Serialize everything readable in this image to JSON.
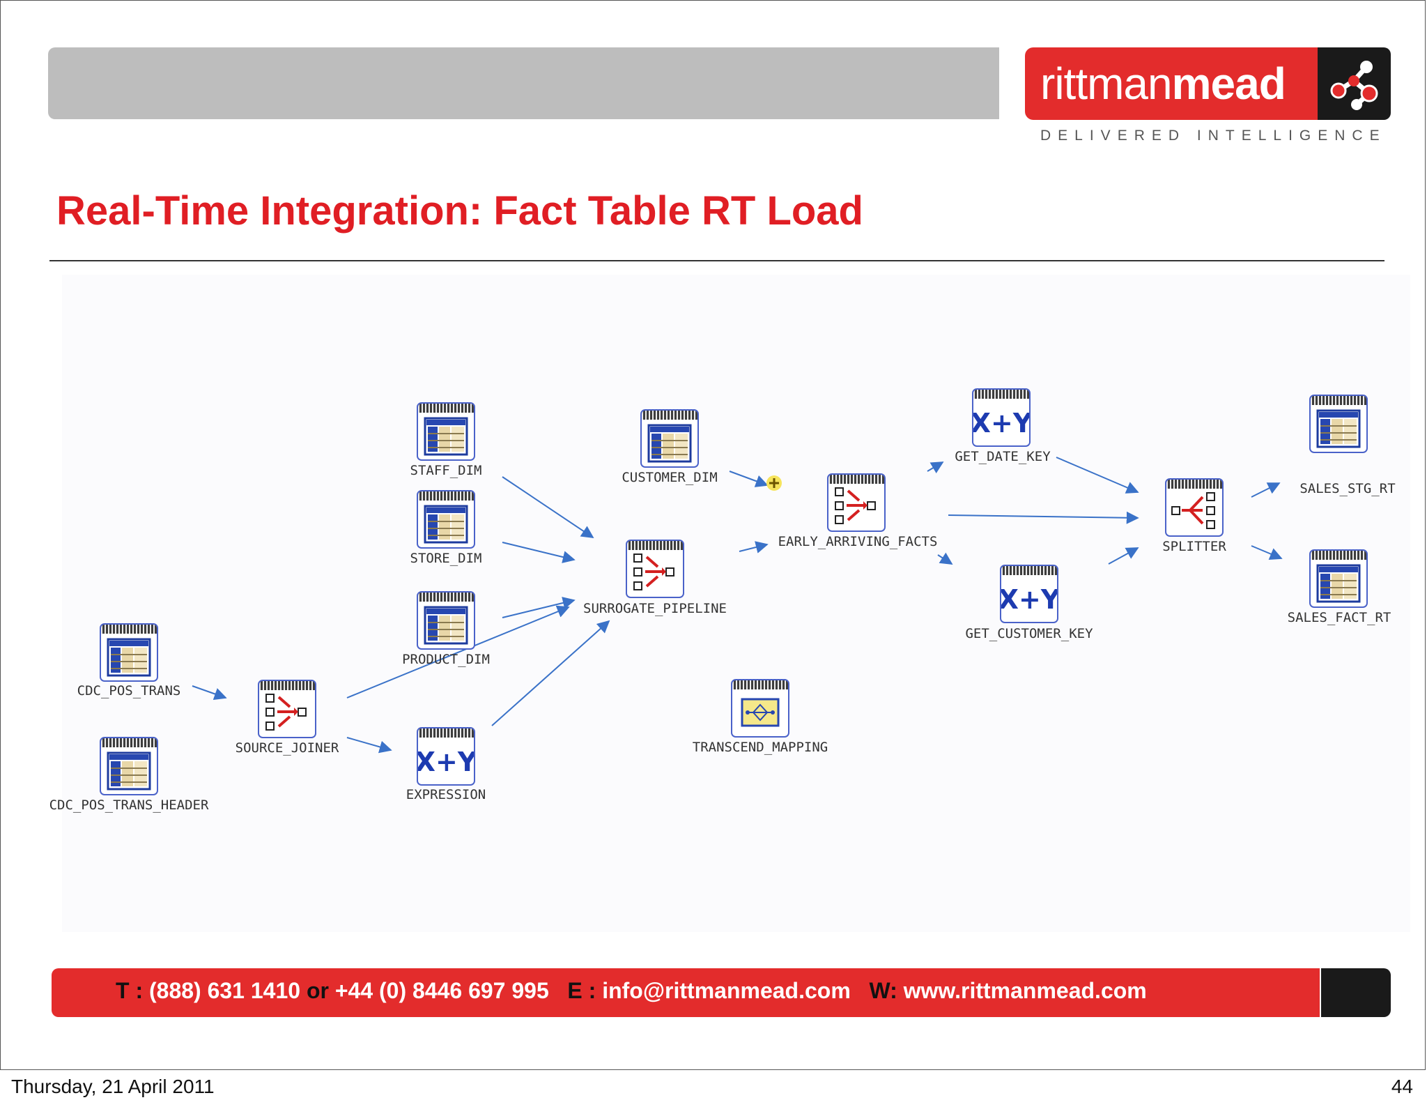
{
  "header": {
    "logo_light": "rittman",
    "logo_bold": "mead",
    "tagline": "DELIVERED INTELLIGENCE"
  },
  "title": "Real-Time Integration: Fact Table RT Load",
  "colors": {
    "accent_red": "#e32c2c",
    "title_red": "#e01e24",
    "node_border": "#4a62c9",
    "arrow_blue": "#3a72c8"
  },
  "diagram": {
    "nodes": [
      {
        "id": "staff_dim",
        "label": "STAFF_DIM",
        "icon": "table-icon"
      },
      {
        "id": "store_dim",
        "label": "STORE_DIM",
        "icon": "table-icon"
      },
      {
        "id": "product_dim",
        "label": "PRODUCT_DIM",
        "icon": "table-icon"
      },
      {
        "id": "customer_dim",
        "label": "CUSTOMER_DIM",
        "icon": "table-icon"
      },
      {
        "id": "cdc_pos_trans",
        "label": "CDC_POS_TRANS",
        "icon": "table-icon"
      },
      {
        "id": "cdc_pos_trans_header",
        "label": "CDC_POS_TRANS_HEADER",
        "icon": "table-icon"
      },
      {
        "id": "source_joiner",
        "label": "SOURCE_JOINER",
        "icon": "joiner-icon"
      },
      {
        "id": "expression",
        "label": "EXPRESSION",
        "icon": "expression-icon"
      },
      {
        "id": "surrogate_pipeline",
        "label": "SURROGATE_PIPELINE",
        "icon": "joiner-icon"
      },
      {
        "id": "early_arriving_facts",
        "label": "EARLY_ARRIVING_FACTS",
        "icon": "joiner-icon"
      },
      {
        "id": "get_date_key",
        "label": "GET_DATE_KEY",
        "icon": "expression-icon"
      },
      {
        "id": "get_customer_key",
        "label": "GET_CUSTOMER_KEY",
        "icon": "expression-icon"
      },
      {
        "id": "splitter",
        "label": "SPLITTER",
        "icon": "splitter-icon"
      },
      {
        "id": "sales_stg_rt",
        "label": "SALES_STG_RT",
        "icon": "table-icon"
      },
      {
        "id": "sales_fact_rt",
        "label": "SALES_FACT_RT",
        "icon": "table-icon"
      },
      {
        "id": "transcend_mapping",
        "label": "TRANSCEND_MAPPING",
        "icon": "mapping-icon"
      }
    ],
    "edges": [
      {
        "from": "cdc_pos_trans",
        "to": "source_joiner"
      },
      {
        "from": "source_joiner",
        "to": "expression"
      },
      {
        "from": "source_joiner",
        "to": "surrogate_pipeline"
      },
      {
        "from": "expression",
        "to": "surrogate_pipeline"
      },
      {
        "from": "staff_dim",
        "to": "surrogate_pipeline"
      },
      {
        "from": "store_dim",
        "to": "surrogate_pipeline"
      },
      {
        "from": "product_dim",
        "to": "surrogate_pipeline"
      },
      {
        "from": "customer_dim",
        "to": "early_arriving_facts"
      },
      {
        "from": "surrogate_pipeline",
        "to": "early_arriving_facts"
      },
      {
        "from": "early_arriving_facts",
        "to": "get_date_key"
      },
      {
        "from": "early_arriving_facts",
        "to": "get_customer_key"
      },
      {
        "from": "early_arriving_facts",
        "to": "splitter"
      },
      {
        "from": "get_date_key",
        "to": "splitter"
      },
      {
        "from": "get_customer_key",
        "to": "splitter"
      },
      {
        "from": "splitter",
        "to": "sales_stg_rt"
      },
      {
        "from": "splitter",
        "to": "sales_fact_rt"
      }
    ]
  },
  "footer": {
    "t_label": "T :",
    "phone_us": "(888) 631 1410",
    "or": "or",
    "phone_uk": "+44 (0) 8446 697 995",
    "e_label": "E :",
    "email": "info@rittmanmead.com",
    "w_label": "W:",
    "website": "www.rittmanmead.com"
  },
  "date": "Thursday, 21 April 2011",
  "page_number": "44"
}
